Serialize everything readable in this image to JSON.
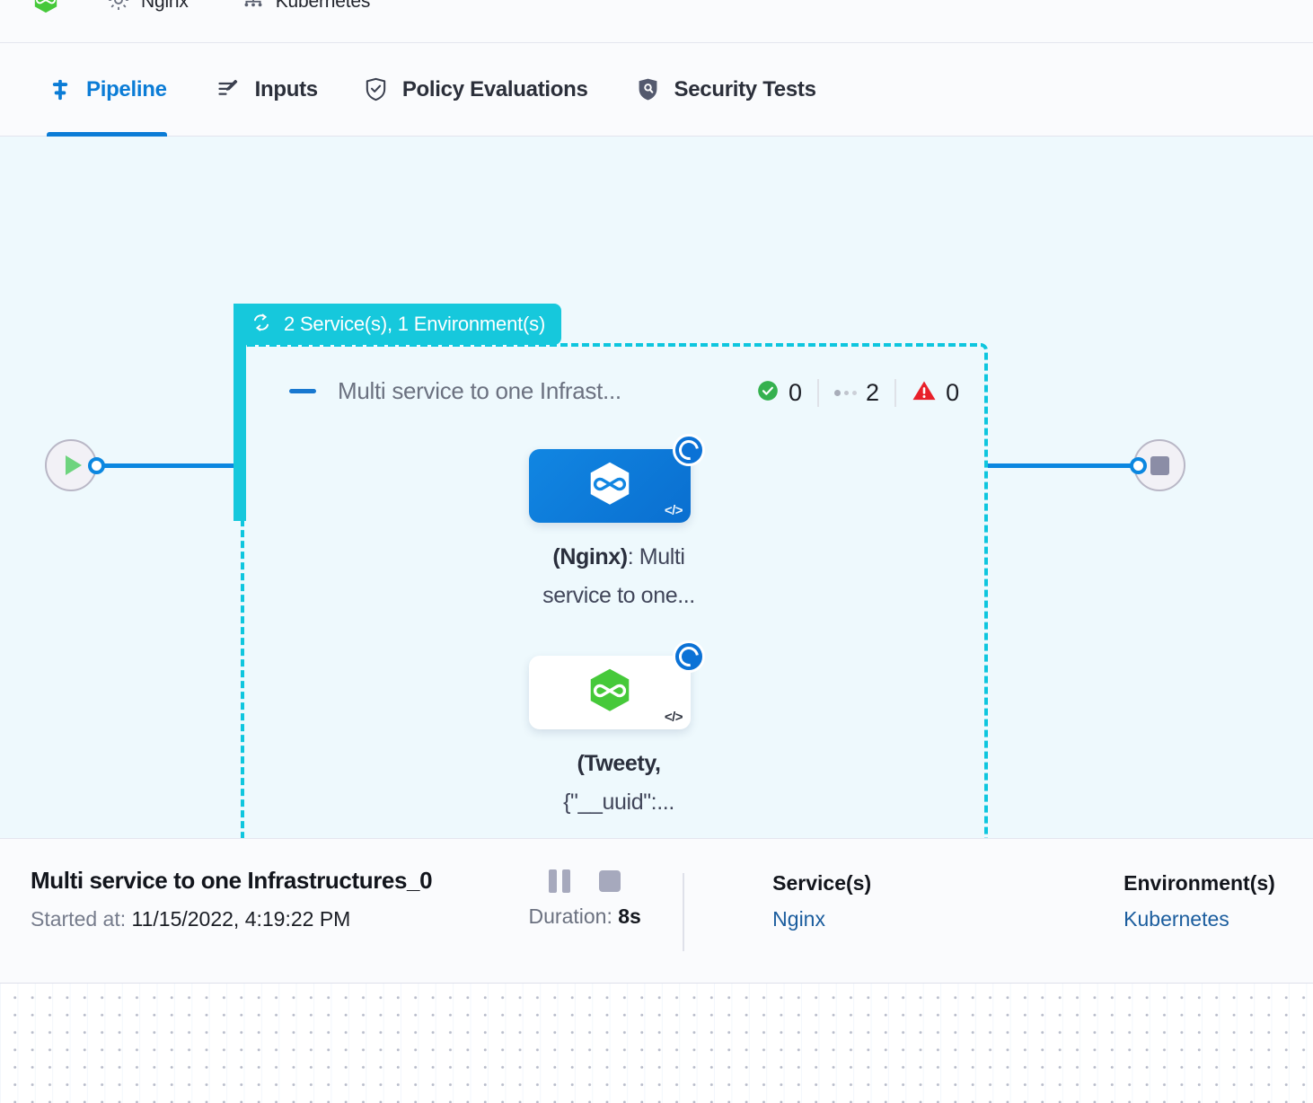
{
  "topstrip": {
    "items": [
      {
        "icon": "hexagon-infinity-logo-green",
        "label": ""
      },
      {
        "icon": "gear-icon",
        "label": "Nginx"
      },
      {
        "icon": "kubernetes-icon",
        "label": "Kubernetes"
      }
    ]
  },
  "tabs": [
    {
      "id": "pipeline",
      "label": "Pipeline",
      "icon": "pipeline-icon",
      "active": true
    },
    {
      "id": "inputs",
      "label": "Inputs",
      "icon": "inputs-icon",
      "active": false
    },
    {
      "id": "policy-evaluations",
      "label": "Policy Evaluations",
      "icon": "shield-check-icon",
      "active": false
    },
    {
      "id": "security-tests",
      "label": "Security Tests",
      "icon": "shield-scan-icon",
      "active": false
    }
  ],
  "canvas": {
    "start_node": {
      "icon": "play-icon",
      "name": "start-node"
    },
    "end_node": {
      "icon": "stop-icon",
      "name": "end-node"
    },
    "group": {
      "badge_icon": "loop-repeat-icon",
      "badge_label": "2 Service(s), 1 Environment(s)",
      "title": "Multi service to one Infrast...",
      "collapse_icon": "collapse-dash-icon",
      "counters": [
        {
          "icon": "success-check-icon",
          "value": "0",
          "color": "#35b14f"
        },
        {
          "icon": "pending-dots-icon",
          "value": "2",
          "color": "#a8adb9"
        },
        {
          "icon": "error-warning-icon",
          "value": "0",
          "color": "#e8202a"
        }
      ]
    },
    "nodes": [
      {
        "id": "node-nginx",
        "label_bold": "(Nginx)",
        "label_rest": ": Multi service to one...",
        "badge_icon": "spinner-running-icon",
        "corner_icon": "code-icon",
        "logo_icon": "hexagon-infinity-logo-white",
        "selected": true
      },
      {
        "id": "node-tweety",
        "label_bold": "(Tweety,",
        "label_rest": "{\"__uuid\":...",
        "badge_icon": "spinner-running-icon",
        "corner_icon": "code-icon",
        "logo_icon": "hexagon-infinity-logo-green",
        "selected": false
      }
    ]
  },
  "details": {
    "title": "Multi service to one Infrastructures_0",
    "started_label": "Started at:",
    "started_value": "11/15/2022, 4:19:22 PM",
    "pause_icon": "pause-icon",
    "stop_icon": "stop-icon",
    "duration_label": "Duration:",
    "duration_value": "8s",
    "services_head": "Service(s)",
    "services_value": "Nginx",
    "environments_head": "Environment(s)",
    "environments_value": "Kubernetes"
  },
  "colors": {
    "accent_blue": "#0b7cd6",
    "teal": "#16c8dc",
    "canvas_bg": "#eef9fd",
    "green": "#35b14f",
    "red": "#e8202a"
  }
}
